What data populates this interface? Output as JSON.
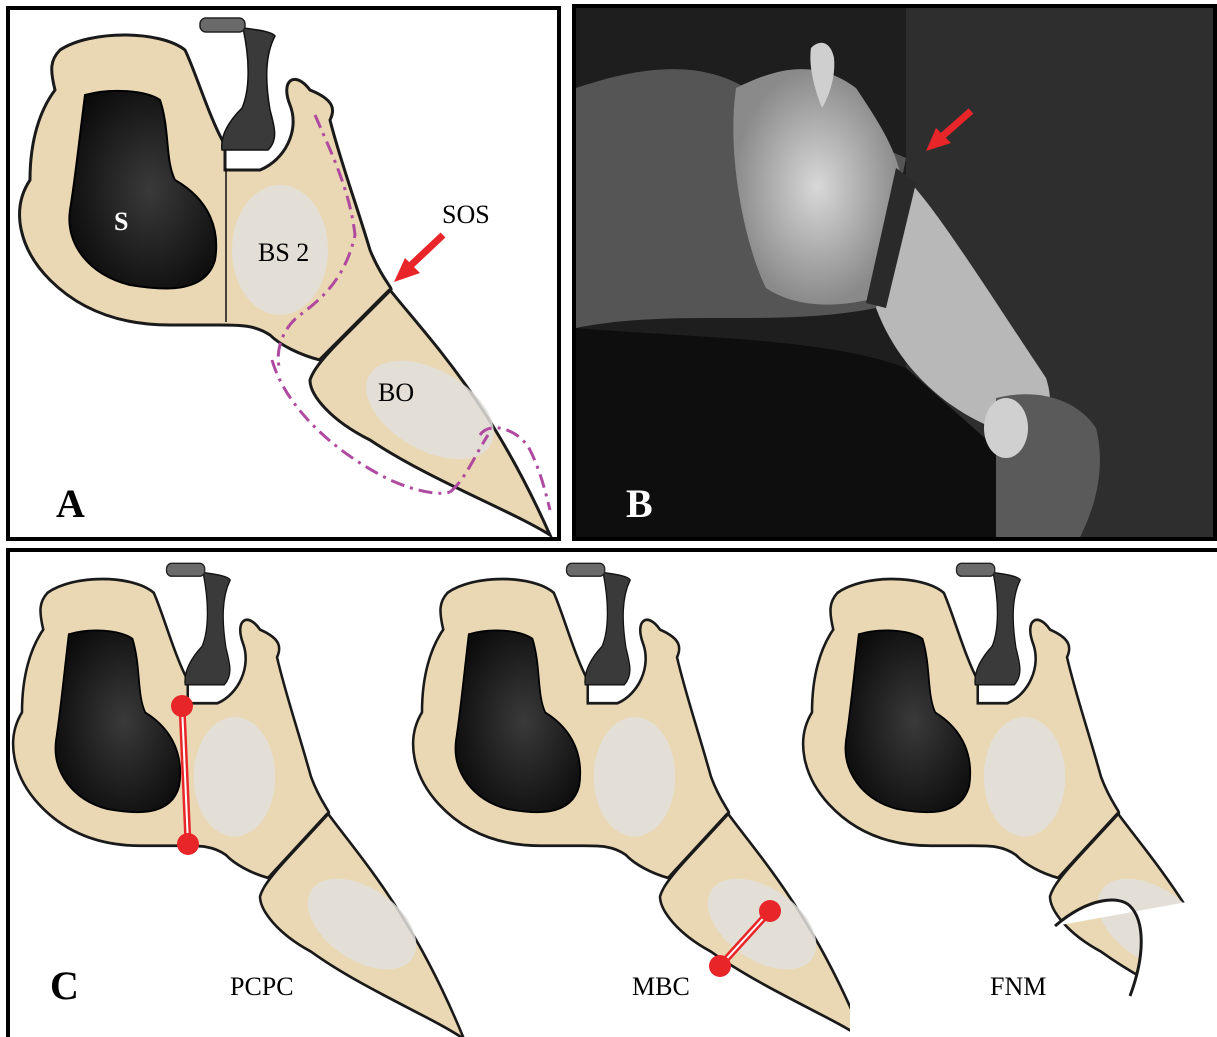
{
  "panel_a": {
    "letter": "A",
    "labels": {
      "sinus": "S",
      "basisphenoid": "BS 2",
      "basiocciput": "BO",
      "synchondrosis": "SOS"
    }
  },
  "panel_b": {
    "letter": "B"
  },
  "panel_c": {
    "letter": "C",
    "variants": [
      "PCPC",
      "MBC",
      "FNM"
    ]
  },
  "colors": {
    "bone": "#e9d8b3",
    "bone_inner": "#e3e1dc",
    "outline": "#1a1a1a",
    "sinus": "#141414",
    "dashed_line": "#b04aa0",
    "arrow": "#e8262a",
    "marker": "#e8262a"
  }
}
